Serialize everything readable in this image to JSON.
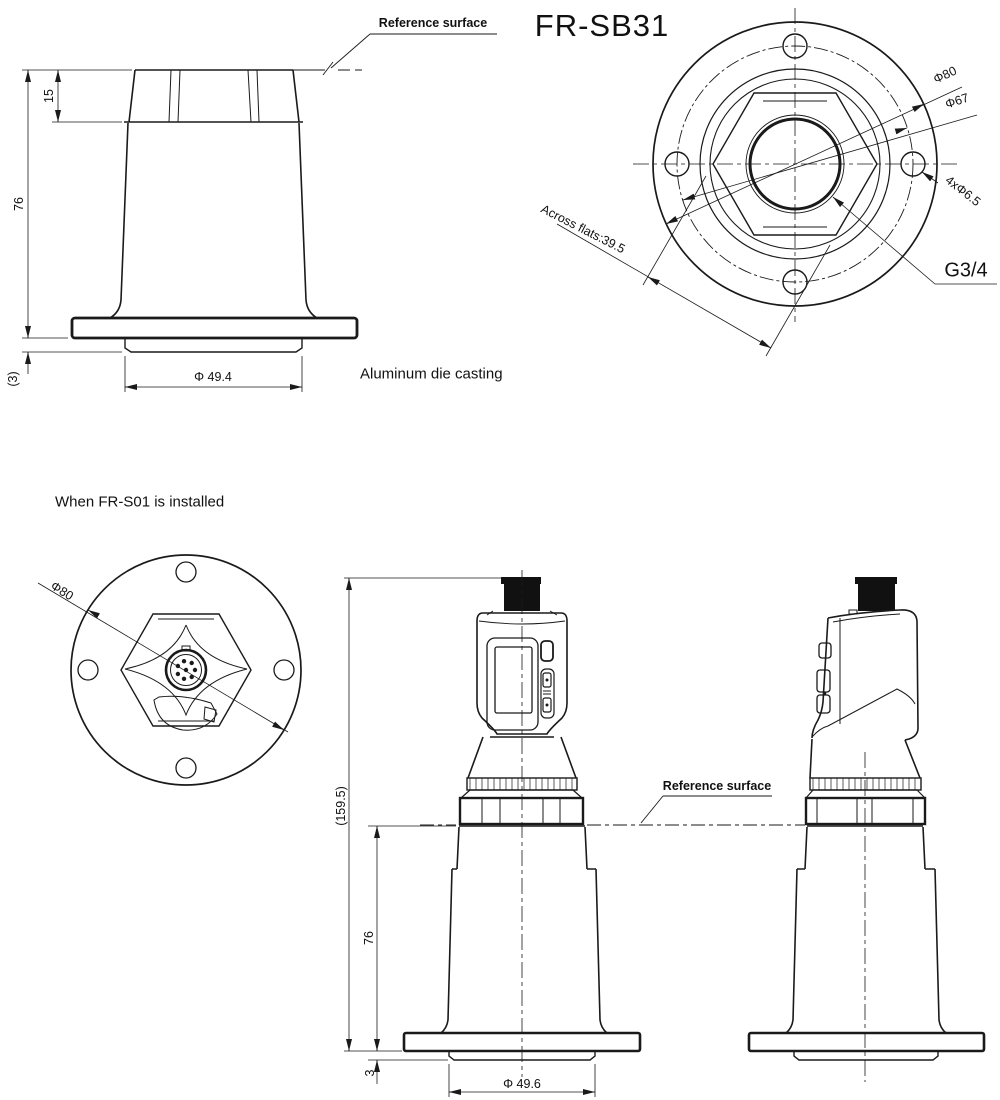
{
  "ink": "#1a1a1a",
  "title": "FR-SB31",
  "notes": {
    "material": "Aluminum die casting",
    "installed": "When FR-S01 is installed"
  },
  "side_view": {
    "ref_surface": "Reference surface",
    "dim_height_upper": "15",
    "dim_height_body": "76",
    "dim_flange_under": "(3)",
    "dim_diameter": "Φ 49.4"
  },
  "top_view": {
    "dia_outer": "Φ80",
    "dia_bolt_circle": "Φ67",
    "dia_holes": "4xΦ6.5",
    "across_flats": "Across flats:39.5",
    "thread": "G3/4"
  },
  "installed_top_view": {
    "dia_outer": "Φ80"
  },
  "installed_front_view": {
    "dim_total_height": "(159.5)",
    "dim_height_body": "76",
    "dim_flange_under": "3",
    "dim_diameter": "Φ 49.6",
    "ref_surface": "Reference surface"
  }
}
